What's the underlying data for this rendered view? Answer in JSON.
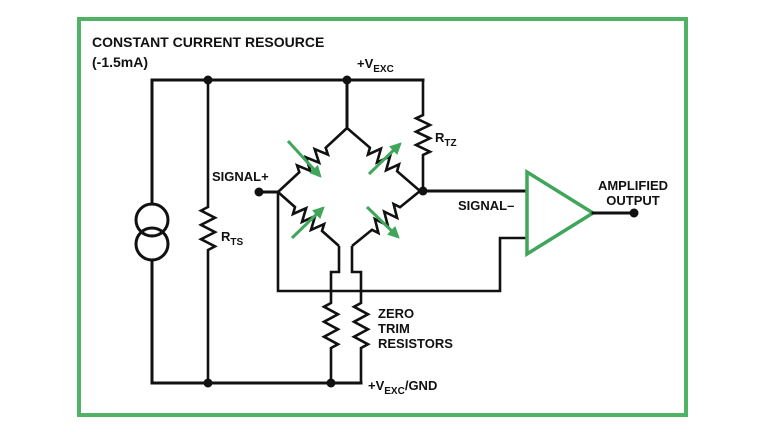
{
  "diagram": {
    "title": {
      "line1": "CONSTANT CURRENT RESOURCE",
      "line2": "(-1.5mA)"
    },
    "labels": {
      "vexc": {
        "main": "+V",
        "sub": "EXC"
      },
      "rtz": {
        "main": "R",
        "sub": "TZ"
      },
      "rts": {
        "main": "R",
        "sub": "TS"
      },
      "signal_plus": "SIGNAL+",
      "signal_minus": "SIGNAL–",
      "zero_trim": {
        "line1": "ZERO",
        "line2": "TRIM",
        "line3": "RESISTORS"
      },
      "amplified_output": {
        "line1": "AMPLIFIED",
        "line2": "OUTPUT"
      },
      "vexc_gnd": {
        "main": "+V",
        "sub": "EXC",
        "suffix": "/GND"
      }
    },
    "colors": {
      "accent_green": "#3FA65C",
      "frame_green": "#4FB264",
      "wire_black": "#111111",
      "background": "#FFFFFF"
    }
  }
}
